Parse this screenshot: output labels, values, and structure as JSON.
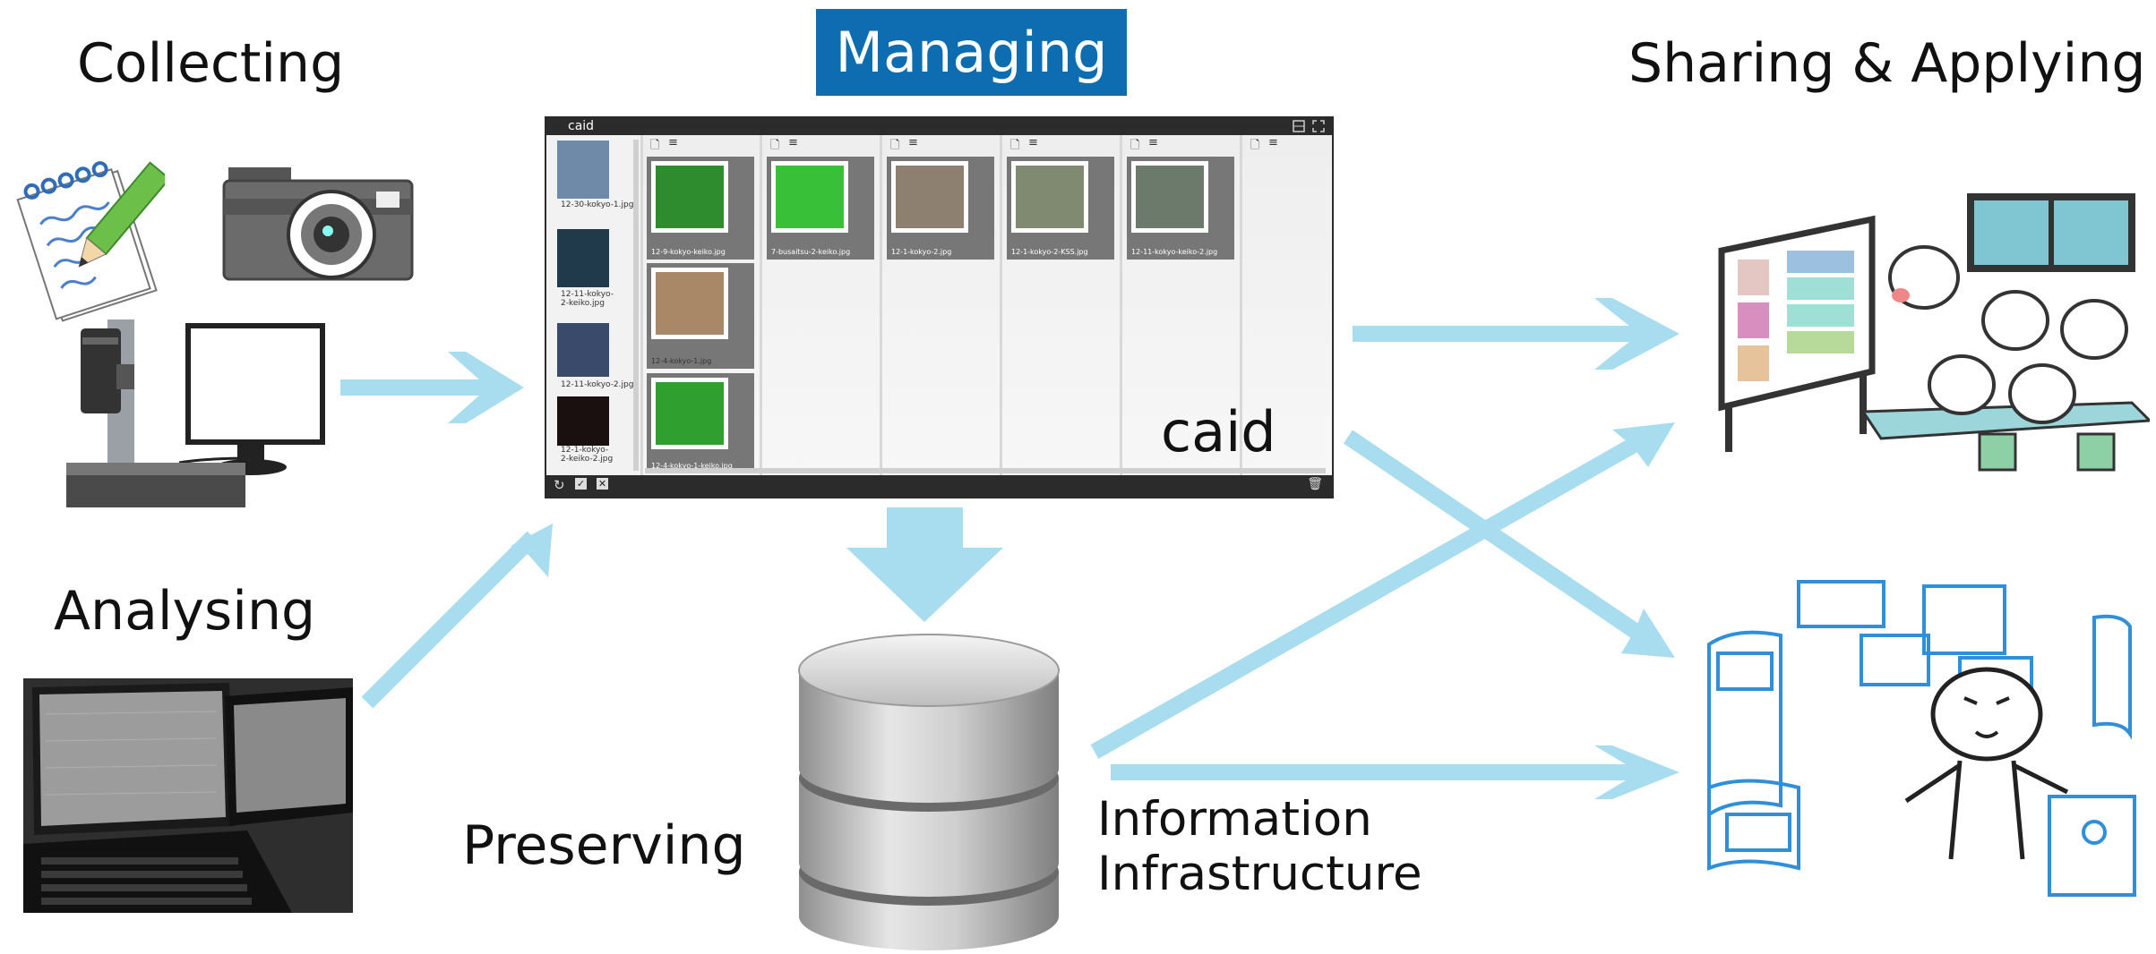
{
  "labels": {
    "collecting": "Collecting",
    "managing": "Managing",
    "sharing": "Sharing & Applying",
    "analysing": "Analysing",
    "preserving": "Preserving",
    "info_line1": "Information",
    "info_line2": "Infrastructure"
  },
  "caid_window": {
    "title": "caid",
    "watermark": "caid",
    "sidebar_items": [
      "12-30-kokyo-1.jpg",
      "12-11-kokyo-2-keiko.jpg",
      "12-11-kokyo-2.jpg",
      "12-1-kokyo-2-keiko-2.jpg"
    ],
    "columns": [
      {
        "cards": [
          "12-9-kokyo-keiko.jpg",
          "12-4-kokyo-1.jpg",
          "12-4-kokyo-1-keiko.jpg"
        ]
      },
      {
        "cards": [
          "7-busaitsu-2-keiko.jpg"
        ]
      },
      {
        "cards": [
          "12-1-kokyo-2.jpg"
        ]
      },
      {
        "cards": [
          "12-1-kokyo-2-KSS.jpg"
        ]
      },
      {
        "cards": [
          "12-11-kokyo-keiko-2.jpg"
        ]
      }
    ]
  },
  "colors": {
    "arrow": "#a8dcef",
    "managing_bg": "#0d6db0",
    "icon_blue": "#2f8fd8"
  }
}
